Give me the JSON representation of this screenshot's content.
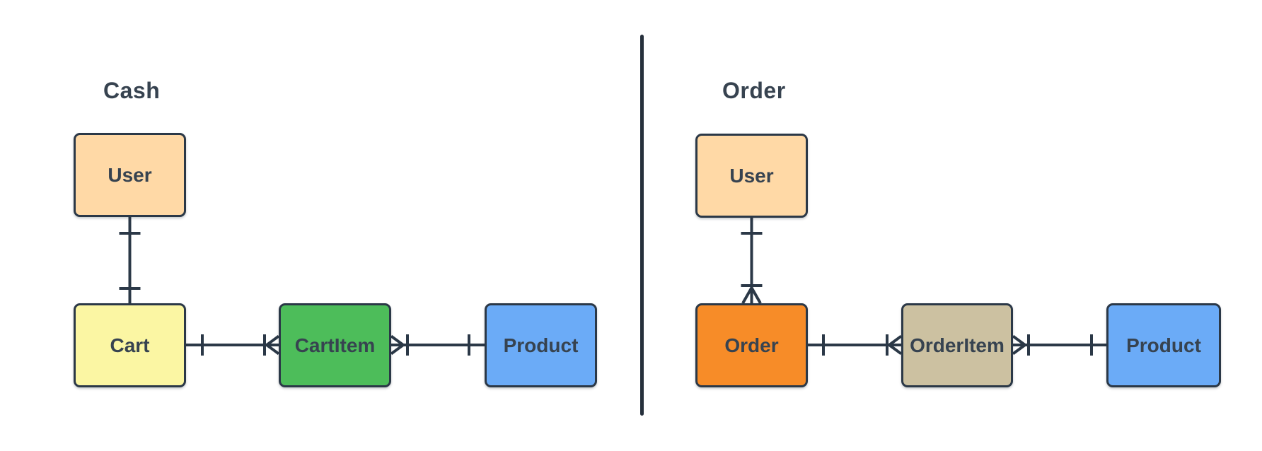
{
  "colors": {
    "background": "#ffffff",
    "stroke": "#2b3847",
    "text": "#374350",
    "divider": "#26303c"
  },
  "sections": [
    {
      "title": "Cash",
      "entities": [
        {
          "label": "User",
          "fill": "#ffd9a6"
        },
        {
          "label": "Cart",
          "fill": "#fbf6a3"
        },
        {
          "label": "CartItem",
          "fill": "#4dbd5a"
        },
        {
          "label": "Product",
          "fill": "#6babf7"
        }
      ],
      "relationships": [
        {
          "from": "User",
          "to": "Cart",
          "from_cardinality": "one",
          "to_cardinality": "one"
        },
        {
          "from": "Cart",
          "to": "CartItem",
          "from_cardinality": "one",
          "to_cardinality": "one-or-many"
        },
        {
          "from": "CartItem",
          "to": "Product",
          "from_cardinality": "one-or-many",
          "to_cardinality": "one"
        }
      ]
    },
    {
      "title": "Order",
      "entities": [
        {
          "label": "User",
          "fill": "#ffd9a6"
        },
        {
          "label": "Order",
          "fill": "#f78c28"
        },
        {
          "label": "OrderItem",
          "fill": "#ccc1a1"
        },
        {
          "label": "Product",
          "fill": "#6babf7"
        }
      ],
      "relationships": [
        {
          "from": "User",
          "to": "Order",
          "from_cardinality": "one",
          "to_cardinality": "one-or-many"
        },
        {
          "from": "Order",
          "to": "OrderItem",
          "from_cardinality": "one",
          "to_cardinality": "one-or-many"
        },
        {
          "from": "OrderItem",
          "to": "Product",
          "from_cardinality": "one-or-many",
          "to_cardinality": "one"
        }
      ]
    }
  ]
}
